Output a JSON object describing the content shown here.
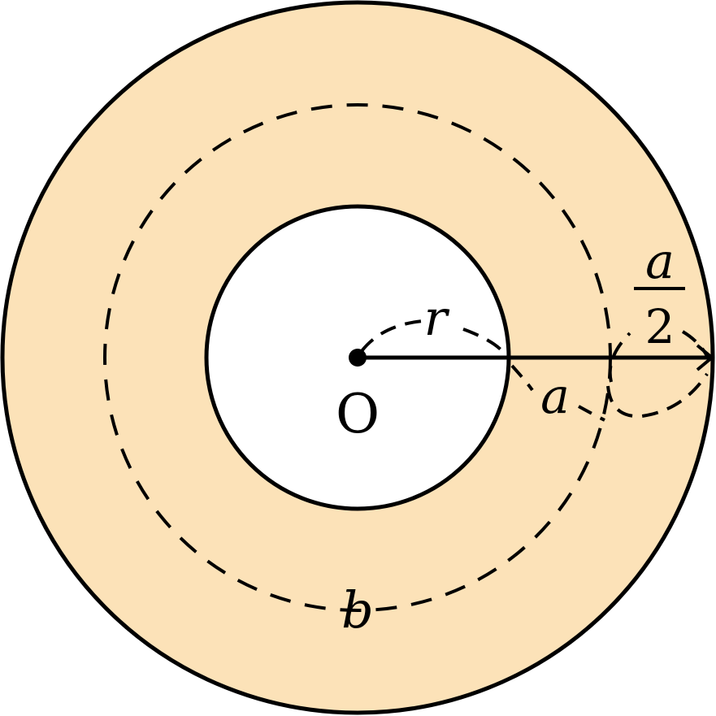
{
  "colors": {
    "ring_fill": "#FCE2B8",
    "hole_fill": "#FFFFFF",
    "stroke": "#000000"
  },
  "labels": {
    "center": "O",
    "inner_radius": "r",
    "ring_width": "a",
    "half_width_numerator": "a",
    "half_width_denominator": "2",
    "dashed_circle": "b"
  }
}
